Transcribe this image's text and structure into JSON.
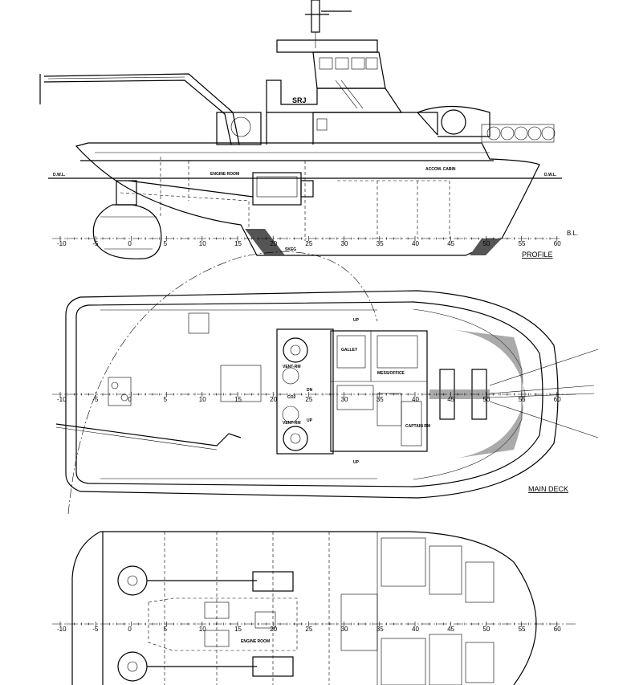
{
  "profile": {
    "title": "PROFILE",
    "dwl_label": "D.W.L.",
    "bl_label": "B.L.",
    "skeg_label": "SKEG",
    "engine_room_label": "ENGINE ROOM",
    "wheelhouse_mark": "SRJ",
    "accommodation_label": "ACCOM. CABIN",
    "frames": [
      "-10",
      "-5",
      "0",
      "5",
      "10",
      "15",
      "20",
      "25",
      "30",
      "35",
      "40",
      "45",
      "50",
      "55",
      "60"
    ]
  },
  "main_deck": {
    "title": "MAIN DECK",
    "rooms": {
      "galley": "GALLEY",
      "vent_room_port": "VENT-RM",
      "vent_room_stbd": "VENT-RM",
      "co2": "CO2",
      "stair_down": "DN",
      "stair_up": "UP",
      "mess": "MESS/OFFICE",
      "captain": "CAPTAIN RM",
      "up_port": "UP",
      "up_stbd": "UP"
    },
    "frames": [
      "-10",
      "-5",
      "0",
      "5",
      "10",
      "15",
      "20",
      "25",
      "30",
      "35",
      "40",
      "45",
      "50",
      "55",
      "60"
    ]
  },
  "lower_deck": {
    "engine_room_label": "ENGINE ROOM",
    "frames": [
      "-10",
      "-5",
      "0",
      "5",
      "10",
      "15",
      "20",
      "25",
      "30",
      "35",
      "40",
      "45",
      "50",
      "55",
      "60"
    ]
  },
  "colors": {
    "line": "#000000",
    "background": "#ffffff",
    "hatch": "#555555"
  }
}
